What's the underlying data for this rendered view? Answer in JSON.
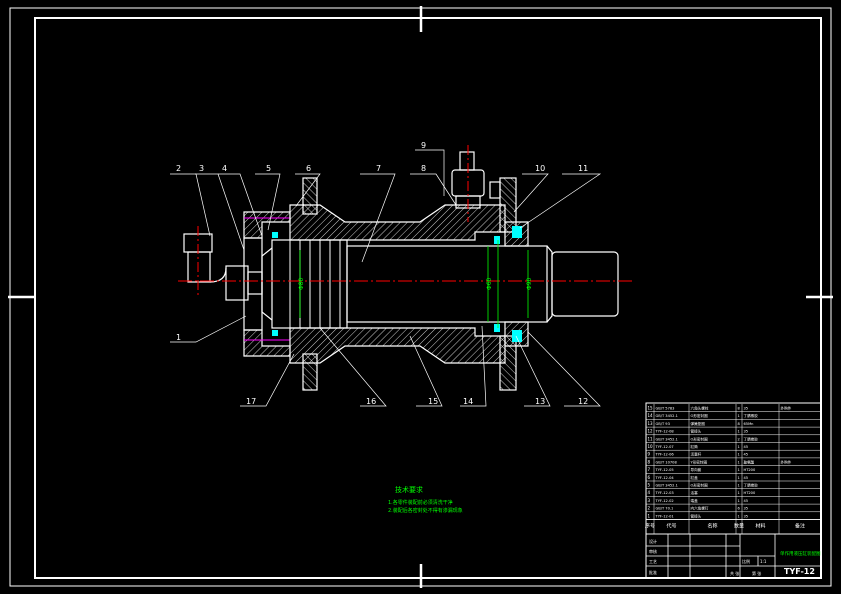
{
  "part_callouts": [
    "1",
    "2",
    "3",
    "4",
    "5",
    "6",
    "7",
    "8",
    "9",
    "10",
    "11",
    "12",
    "13",
    "14",
    "15",
    "16",
    "17"
  ],
  "notes": {
    "title": "技术要求",
    "lines": [
      "1.各零件装配前必须清洗干净",
      "2.装配后各密封处不得有渗漏现象"
    ]
  },
  "dimensions": [
    "Φ80",
    "Φ60",
    "Φ90"
  ],
  "bom": {
    "rows": [
      [
        "GB/T 5783",
        "六角头螺栓",
        "8",
        "35",
        "外购件"
      ],
      [
        "GB/T 3452.1",
        "O形密封圈",
        "1",
        "丁腈橡胶",
        ""
      ],
      [
        "GB/T 93",
        "弹簧垫圈",
        "8",
        "65Mn",
        ""
      ],
      [
        "TYF-12-08",
        "管接头",
        "1",
        "35",
        ""
      ],
      [
        "GB/T 3452.1",
        "O形密封圈",
        "2",
        "丁腈橡胶",
        ""
      ],
      [
        "TYF-12-07",
        "缸筒",
        "1",
        "45",
        ""
      ],
      [
        "TYF-12-06",
        "活塞杆",
        "1",
        "45",
        ""
      ],
      [
        "GB/T 10708",
        "Y形密封圈",
        "1",
        "聚氨酯",
        "外购件"
      ],
      [
        "TYF-12-05",
        "导向套",
        "1",
        "HT200",
        ""
      ],
      [
        "TYF-12-04",
        "缸盖",
        "1",
        "45",
        ""
      ],
      [
        "GB/T 3452.1",
        "O形密封圈",
        "1",
        "丁腈橡胶",
        ""
      ],
      [
        "TYF-12-03",
        "活塞",
        "1",
        "HT200",
        ""
      ],
      [
        "TYF-12-02",
        "端盖",
        "1",
        "45",
        ""
      ],
      [
        "GB/T 70.1",
        "内六角螺钉",
        "6",
        "35",
        ""
      ],
      [
        "TYF-12-01",
        "管接头",
        "1",
        "35",
        ""
      ]
    ],
    "header": [
      "序号",
      "代号",
      "名称",
      "数量",
      "材料",
      "备注"
    ]
  },
  "title_block": {
    "drawing_name": "单作用液压缸装配图",
    "drawing_number": "TYF-12",
    "scale": "1:1",
    "labels": [
      "设计",
      "审核",
      "工艺",
      "批准",
      "比例",
      "共 张",
      "第 张"
    ]
  },
  "colors": {
    "background": "#000000",
    "outline": "#ffffff",
    "hatch": "#ffffff",
    "centerline": "#ff0000",
    "dimension": "#00ff00",
    "seal": "#00ffff",
    "annotation": "#00ff00",
    "magenta": "#ff00ff"
  }
}
